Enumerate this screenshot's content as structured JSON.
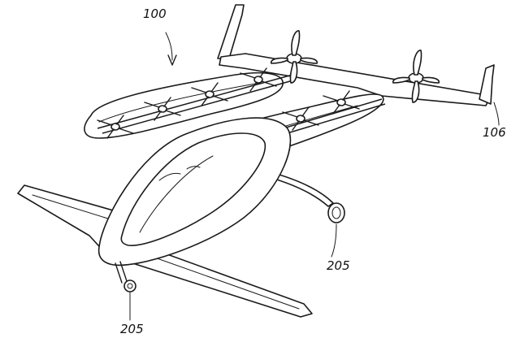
{
  "labels": {
    "aircraft": "100",
    "wing_tip": "106",
    "gear_right": "205",
    "gear_left": "205"
  }
}
